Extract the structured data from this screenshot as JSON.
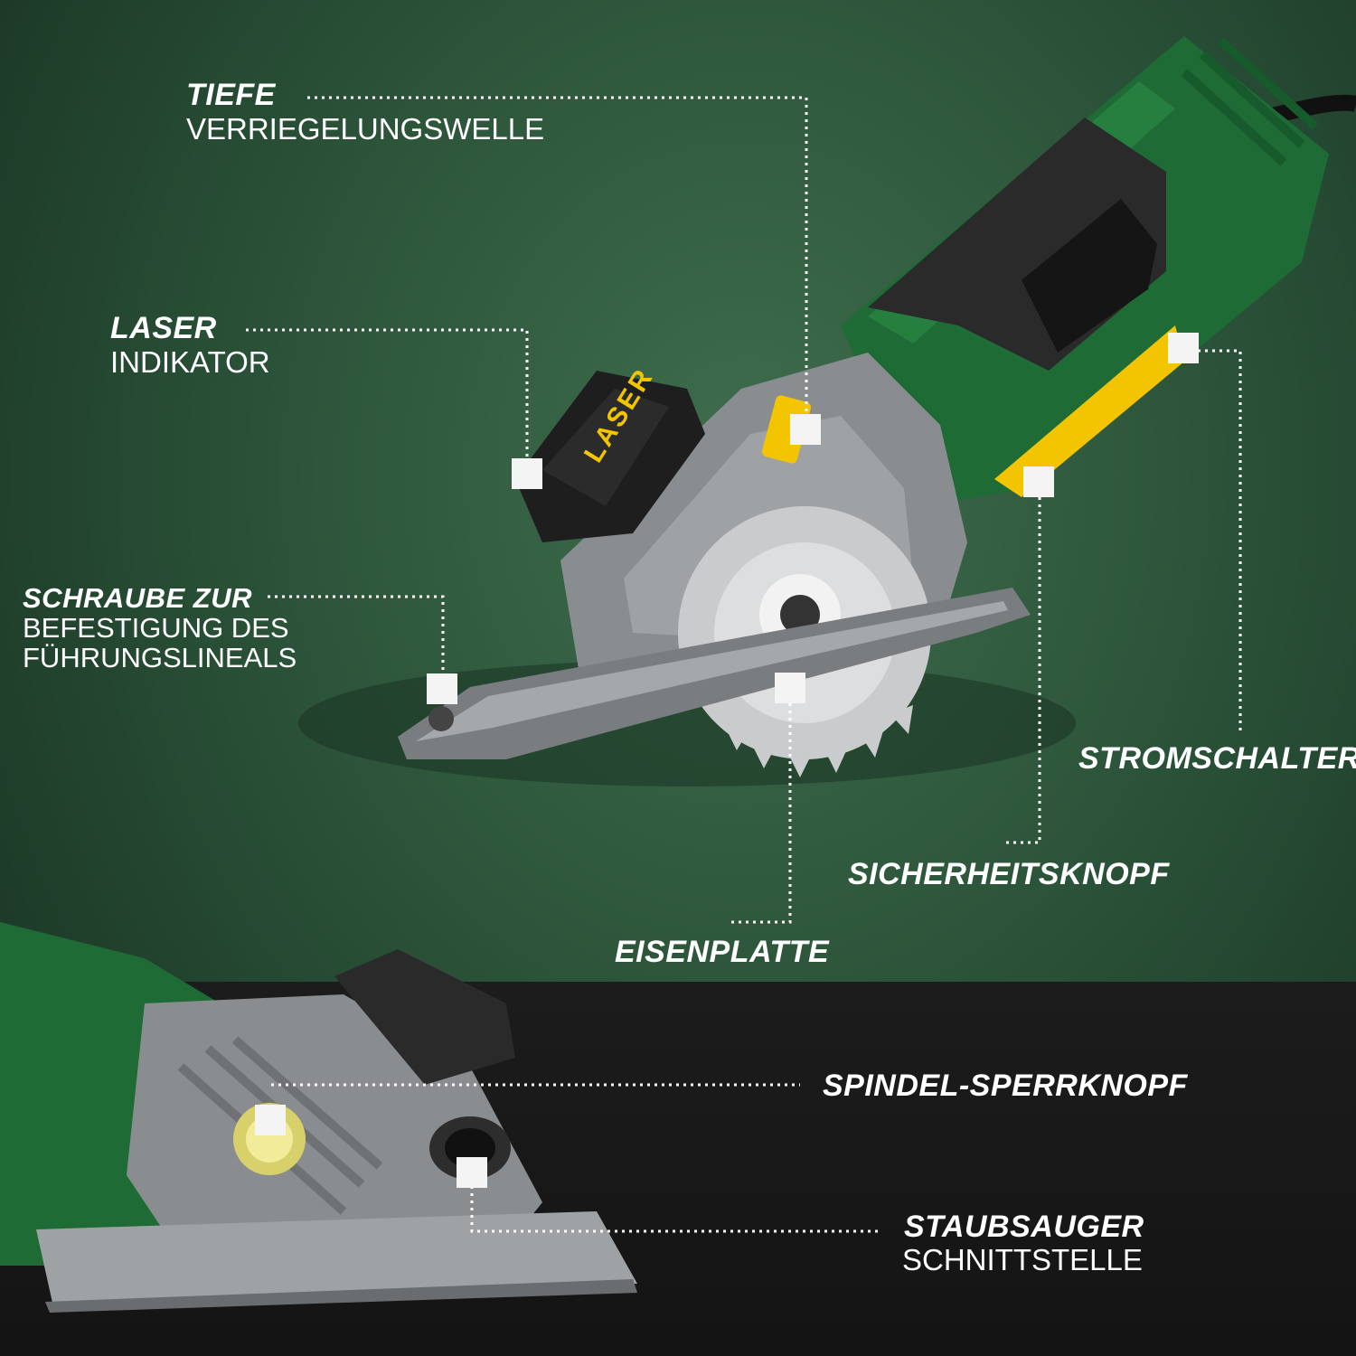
{
  "labels": {
    "tiefe": {
      "bold": "TIEFE",
      "regular": "VERRIEGELUNGSWELLE"
    },
    "laser": {
      "bold": "LASER",
      "regular": "INDIKATOR"
    },
    "schraube": {
      "bold": "SCHRAUBE ZUR",
      "line2": "BEFESTIGUNG DES",
      "line3": "FÜHRUNGSLINEALS"
    },
    "stromschalter": {
      "bold": "STROMSCHALTER"
    },
    "sicherheitsknopf": {
      "bold": "SICHERHEITSKNOPF"
    },
    "eisenplatte": {
      "bold": "EISENPLATTE"
    },
    "spindel": {
      "bold": "SPINDEL-SPERRKNOPF"
    },
    "staubsauger": {
      "bold": "STAUBSAUGER",
      "regular": "SCHNITTSTELLE"
    }
  },
  "product_text": {
    "laser_housing": "LASER"
  },
  "colors": {
    "background_green": "#2b5339",
    "band": "#161616",
    "body_green": "#1f6b35",
    "grip": "#2a2a2a",
    "metal": "#8a8d90",
    "accent_yellow": "#f2c500",
    "label": "#ffffff"
  }
}
